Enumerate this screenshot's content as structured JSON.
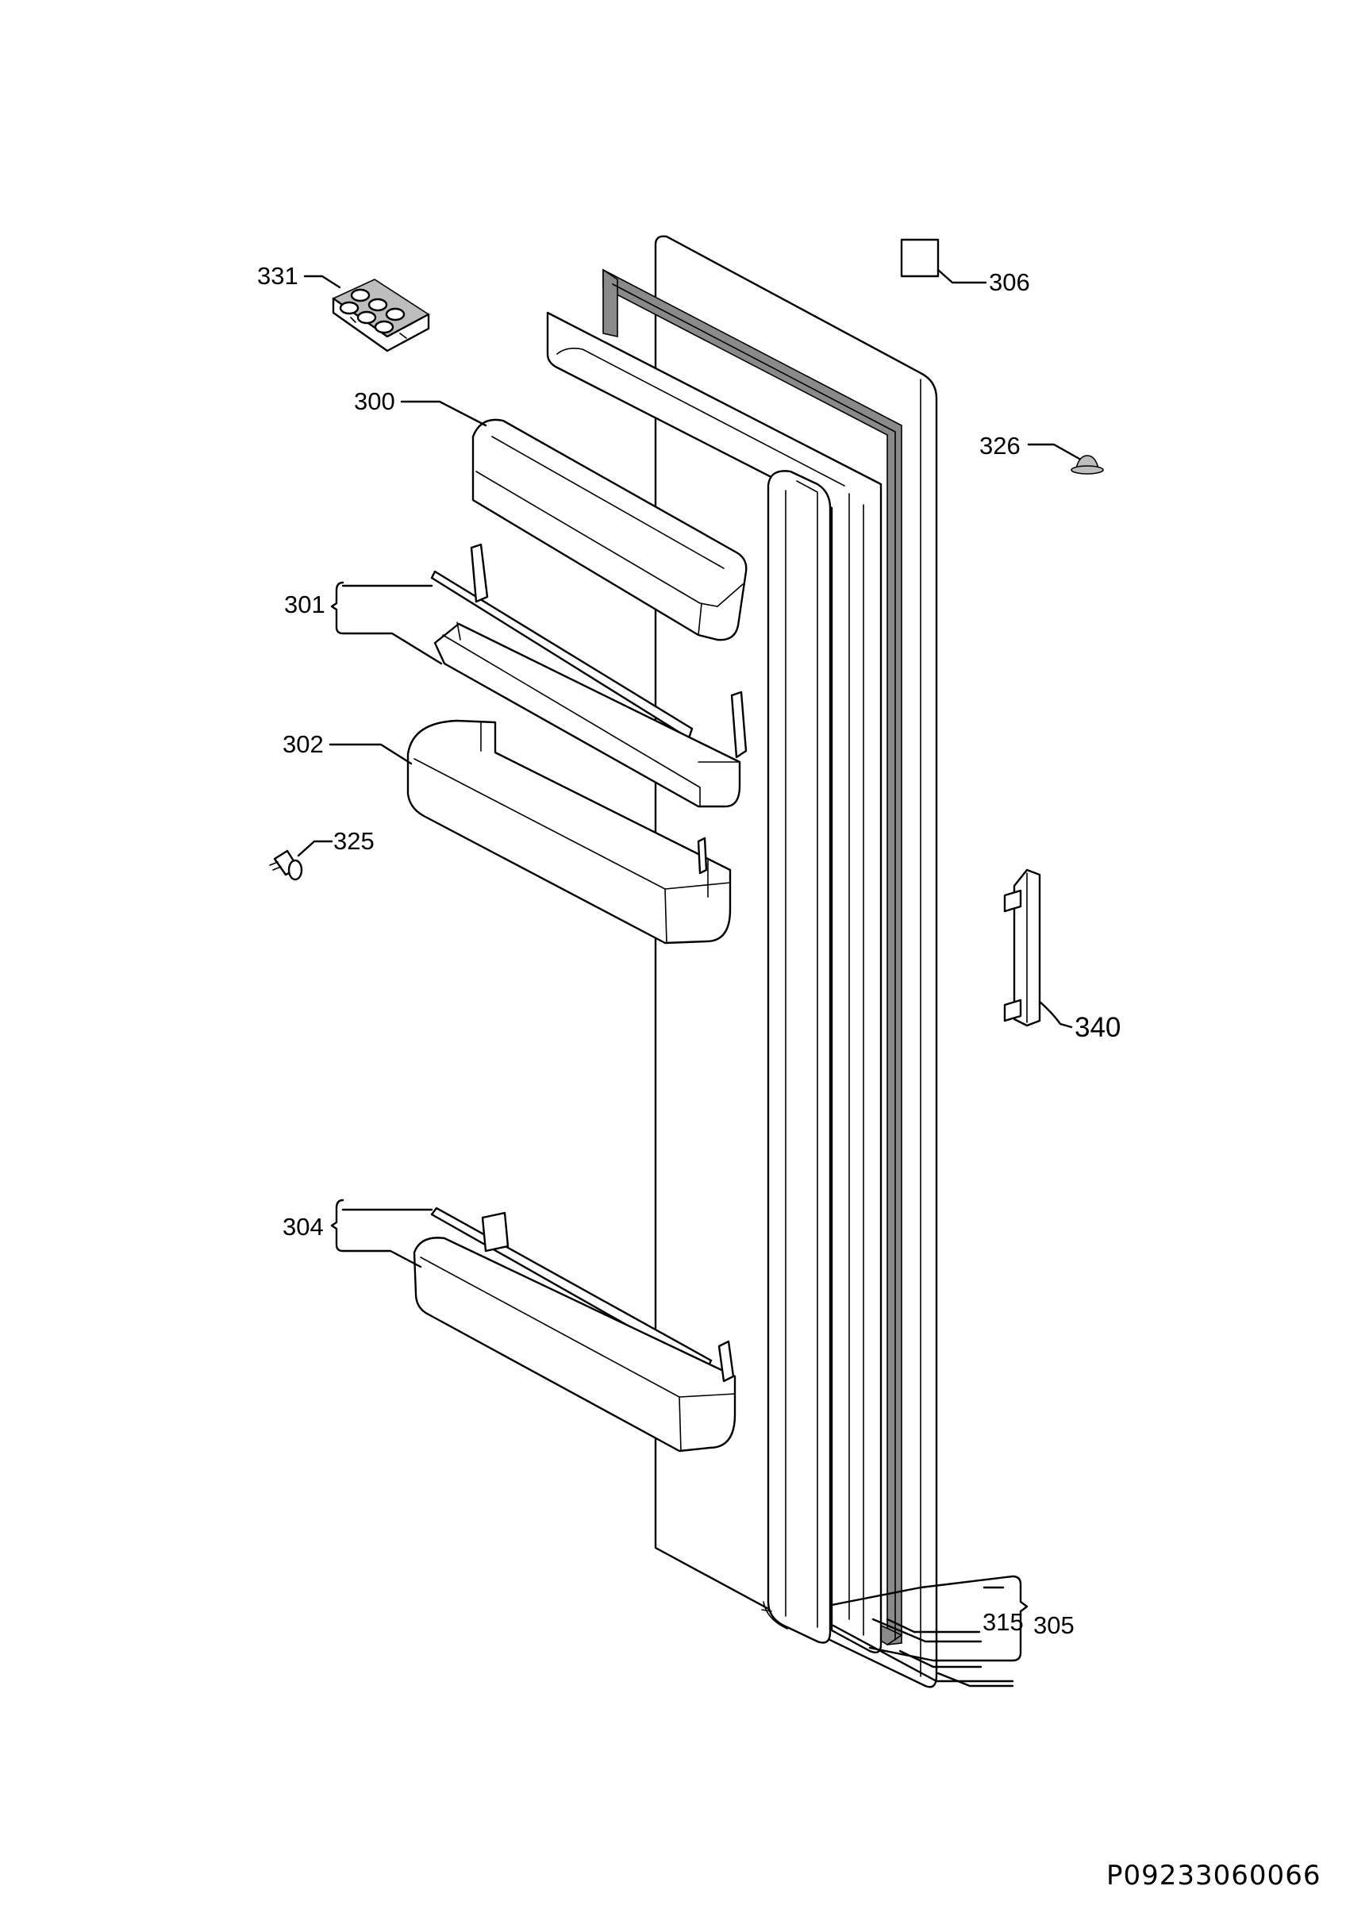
{
  "document_id": "P09233060066",
  "callouts": [
    {
      "id": "331"
    },
    {
      "id": "300"
    },
    {
      "id": "301"
    },
    {
      "id": "302"
    },
    {
      "id": "325"
    },
    {
      "id": "304"
    },
    {
      "id": "306"
    },
    {
      "id": "326"
    },
    {
      "id": "340"
    },
    {
      "id": "315"
    },
    {
      "id": "305"
    }
  ]
}
